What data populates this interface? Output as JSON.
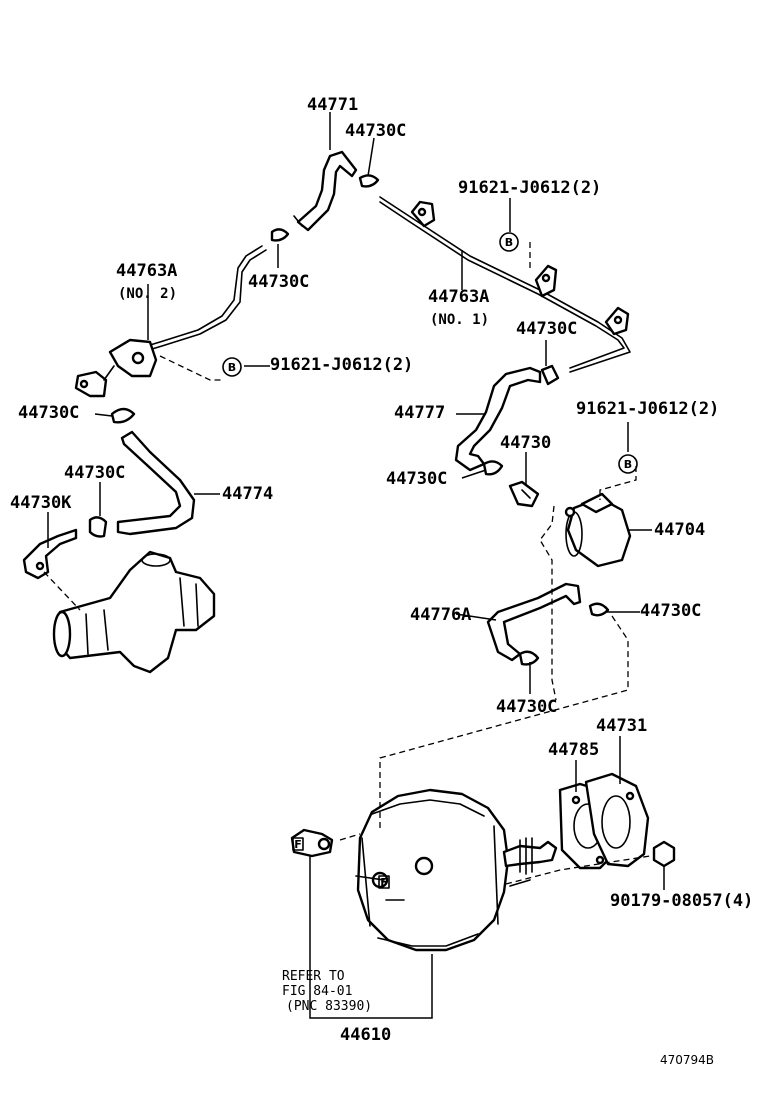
{
  "labels": {
    "p44771": "44771",
    "p44730c_top": "44730C",
    "p91621_top": "91621-J0612(2)",
    "p44763a_no2": "44763A",
    "no2": "(NO. 2)",
    "p44730c_left_mid": "44730C",
    "p44763a_no1": "44763A",
    "no1": "(NO. 1)",
    "p44730c_right_mid": "44730C",
    "p91621_left": "91621-J0612(2)",
    "p44730c_left": "44730C",
    "p44777": "44777",
    "p91621_right": "91621-J0612(2)",
    "p44730": "44730",
    "p44730c_left2": "44730C",
    "p44730c_center": "44730C",
    "p44774": "44774",
    "p44730k": "44730K",
    "p44704": "44704",
    "p44776a": "44776A",
    "p44730c_right_low": "44730C",
    "p44730c_bottom": "44730C",
    "p44731": "44731",
    "p44785": "44785",
    "p90179": "90179-08057(4)",
    "refer_line1": "REFER TO",
    "refer_line2": "FIG 84-01",
    "refer_line3": "(PNC 83390)",
    "p44610": "44610",
    "fig_ref": "470794B"
  },
  "markers": {
    "b": "B",
    "f": "F"
  }
}
